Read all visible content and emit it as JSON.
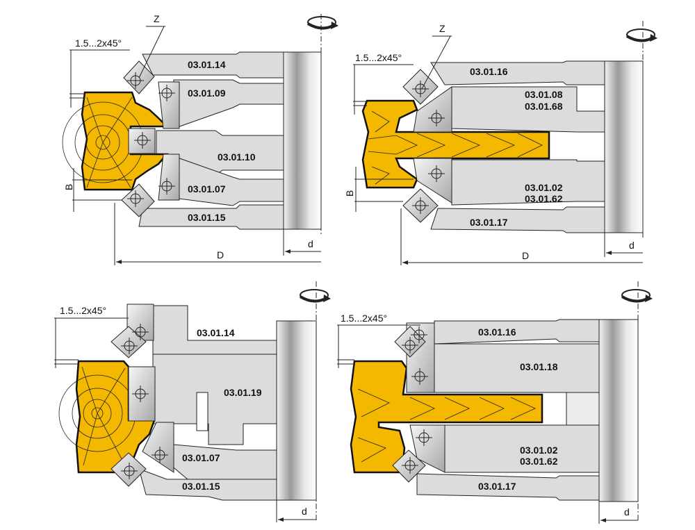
{
  "panels": [
    {
      "id": "top-left",
      "labels": [
        "03.01.14",
        "03.01.09",
        "03.01.10",
        "03.01.07",
        "03.01.15"
      ],
      "chamfer": "1.5...2x45°",
      "z_label": "Z",
      "b_label": "B",
      "D_label": "D",
      "d_label": "d"
    },
    {
      "id": "top-right",
      "labels": [
        "03.01.16",
        "03.01.08",
        "03.01.68",
        "03.01.02",
        "03.01.62",
        "03.01.17"
      ],
      "chamfer": "1.5...2x45°",
      "z_label": "Z",
      "b_label": "B",
      "D_label": "D",
      "d_label": "d"
    },
    {
      "id": "bottom-left",
      "labels": [
        "03.01.14",
        "03.01.19",
        "03.01.07",
        "03.01.15"
      ],
      "chamfer": "1.5...2x45°",
      "d_label": "d"
    },
    {
      "id": "bottom-right",
      "labels": [
        "03.01.16",
        "03.01.18",
        "03.01.02",
        "03.01.62",
        "03.01.17"
      ],
      "chamfer": "1.5...2x45°",
      "d_label": "d"
    }
  ],
  "colors": {
    "wood": "#f5b800",
    "body": "#dcdcdc",
    "outline": "#222222"
  },
  "icons": [
    "rotation-direction-icon"
  ]
}
